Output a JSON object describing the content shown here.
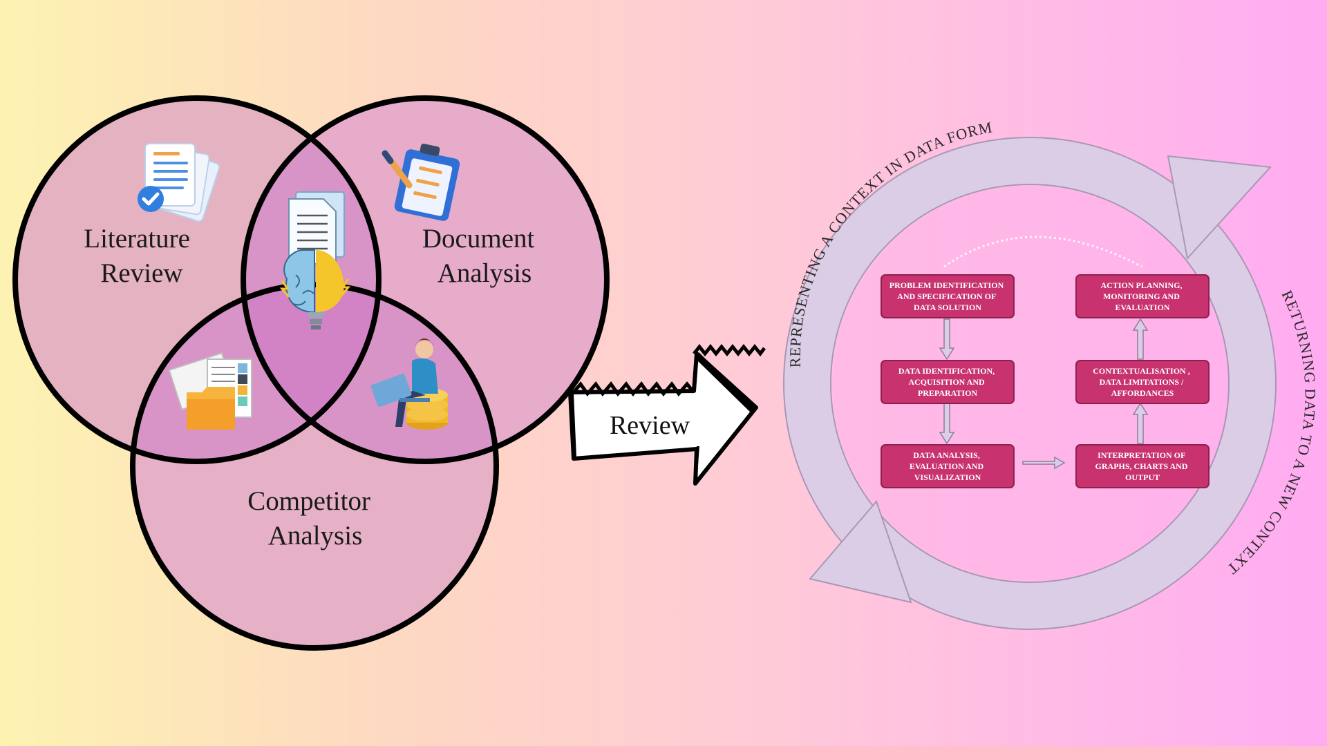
{
  "venn": {
    "circles": [
      {
        "id": "literature",
        "lines": [
          "Literature",
          "Review"
        ]
      },
      {
        "id": "document",
        "lines": [
          "Document",
          "Analysis"
        ]
      },
      {
        "id": "competitor",
        "lines": [
          "Competitor",
          "Analysis"
        ]
      }
    ],
    "icons": [
      "documents-check-icon",
      "clipboard-pen-icon",
      "paper-sheet-icon",
      "brain-bulb-icon",
      "file-folder-icon",
      "person-laptop-coins-icon"
    ]
  },
  "arrow": {
    "label": "Review"
  },
  "cycle": {
    "outer_left_text": "REPRESENTING A CONTEXT IN DATA FORM",
    "outer_right_text": "RETURNING DATA TO A NEW CONTEXT",
    "boxes": {
      "problem": [
        "PROBLEM IDENTIFICATION",
        "AND SPECIFICATION OF",
        "DATA SOLUTION"
      ],
      "data_id": [
        "DATA IDENTIFICATION,",
        "ACQUISITION AND",
        "PREPARATION"
      ],
      "analysis": [
        "DATA ANALYSIS,",
        "EVALUATION AND",
        "VISUALIZATION"
      ],
      "action": [
        "ACTION PLANNING,",
        "MONITORING AND",
        "EVALUATION"
      ],
      "context": [
        "CONTEXTUALISATION ,",
        "DATA LIMITATIONS /",
        "AFFORDANCES"
      ],
      "interpretation": [
        "INTERPRETATION OF",
        "GRAPHS, CHARTS AND",
        "OUTPUT"
      ]
    },
    "colors": {
      "box": "#c8336f",
      "ring": "#ddcde6",
      "ring_stroke": "#a997b5"
    }
  },
  "colors": {
    "venn_fill": "#e3a9c4",
    "venn_overlap": "#d98fc6",
    "venn_stroke": "#000000"
  }
}
